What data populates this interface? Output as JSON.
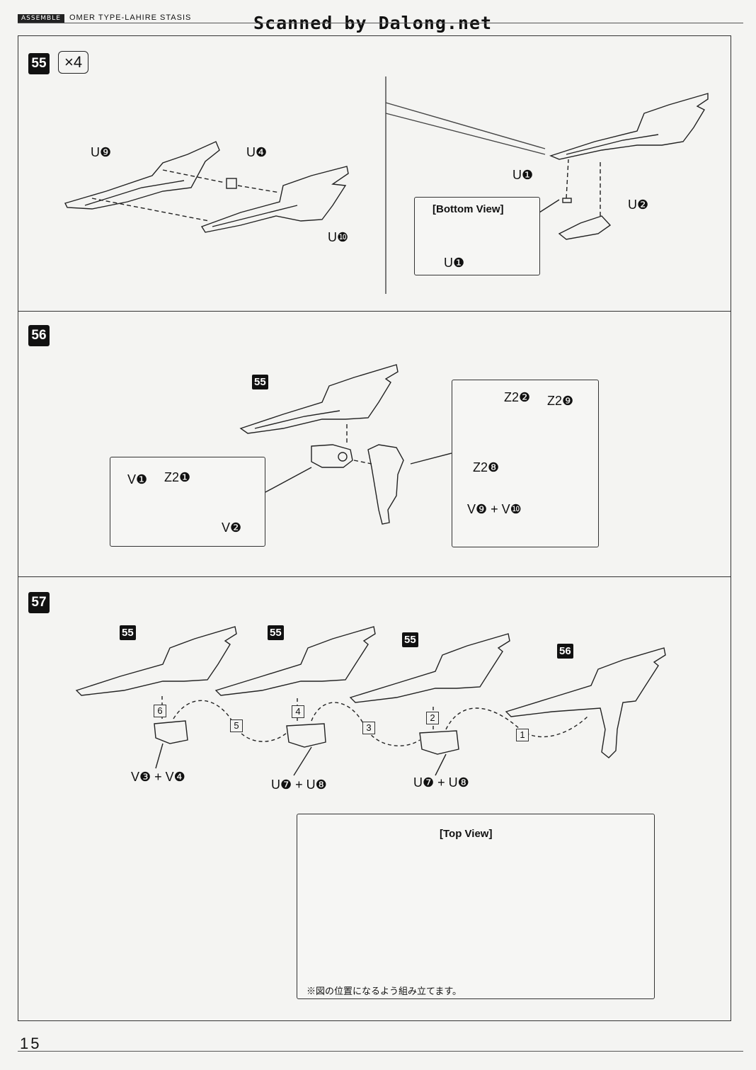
{
  "header": {
    "section_tag": "ASSEMBLE",
    "title": "OMER TYPE-LAHIRE STASIS",
    "scan_credit": "Scanned by Dalong.net"
  },
  "step55": {
    "number": "55",
    "quantity": "×4",
    "labels": {
      "u9": "U❾",
      "u4": "U❹",
      "u10": "U❿",
      "u1": "U❶",
      "u2": "U❷",
      "u1_bottom": "U❶"
    },
    "bottom_view_title": "[Bottom View]"
  },
  "step56": {
    "number": "56",
    "ref55": "55",
    "left_box": {
      "v1": "V❶",
      "z21": "Z2❶",
      "v2": "V❷"
    },
    "right_box": {
      "z22": "Z2❷",
      "z29": "Z2❾",
      "z28": "Z2❽",
      "v9v10": "V❾ + V❿"
    }
  },
  "step57": {
    "number": "57",
    "refs": [
      "55",
      "55",
      "55",
      "56"
    ],
    "order": [
      "6",
      "5",
      "4",
      "3",
      "2",
      "1"
    ],
    "parts": [
      "V❸ + V❹",
      "U❼ + U❽",
      "U❼ + U❽"
    ],
    "top_view_title": "[Top View]",
    "note": "※図の位置になるよう組み立てます。"
  },
  "footer": {
    "page_number": "15"
  }
}
